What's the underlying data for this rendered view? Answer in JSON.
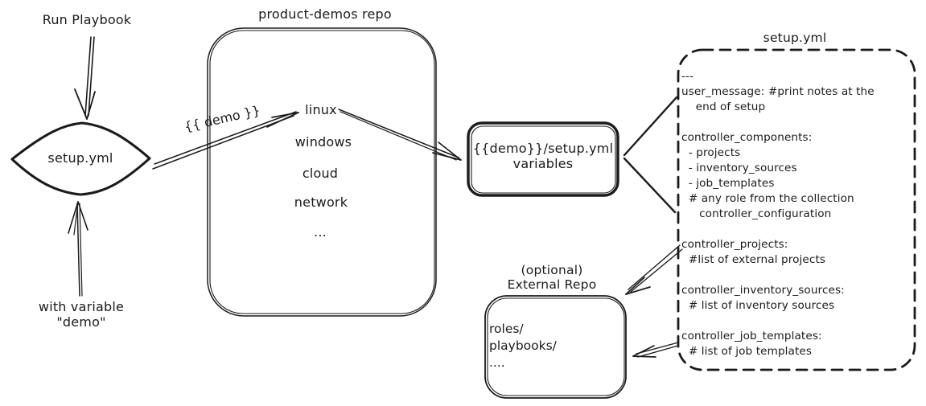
{
  "canvas": {
    "ink_color": "#1b1b1b",
    "background_color": "#ffffff"
  },
  "left_flow": {
    "run_playbook_label": "Run Playbook",
    "diamond_label": "setup.yml",
    "with_variable_label": "with variable\n\"demo\""
  },
  "demo_arrow_label": "{{ demo }}",
  "repo": {
    "title": "product-demos repo",
    "items": [
      "linux",
      "windows",
      "cloud",
      "network",
      "..."
    ]
  },
  "variables_box": {
    "label": "{{demo}}/setup.yml\nvariables"
  },
  "setup_file": {
    "title": "setup.yml",
    "content": "---\nuser_message: #print notes at the\n    end of setup\n\ncontroller_components:\n  - projects\n  - inventory_sources\n  - job_templates\n  # any role from the collection\n     controller_configuration\n\ncontroller_projects:\n  #list of external projects\n\ncontroller_inventory_sources:\n  # list of inventory sources\n\ncontroller_job_templates:\n  # list of job templates"
  },
  "external_repo": {
    "title": "(optional)\nExternal Repo",
    "content": "roles/\nplaybooks/\n...."
  }
}
